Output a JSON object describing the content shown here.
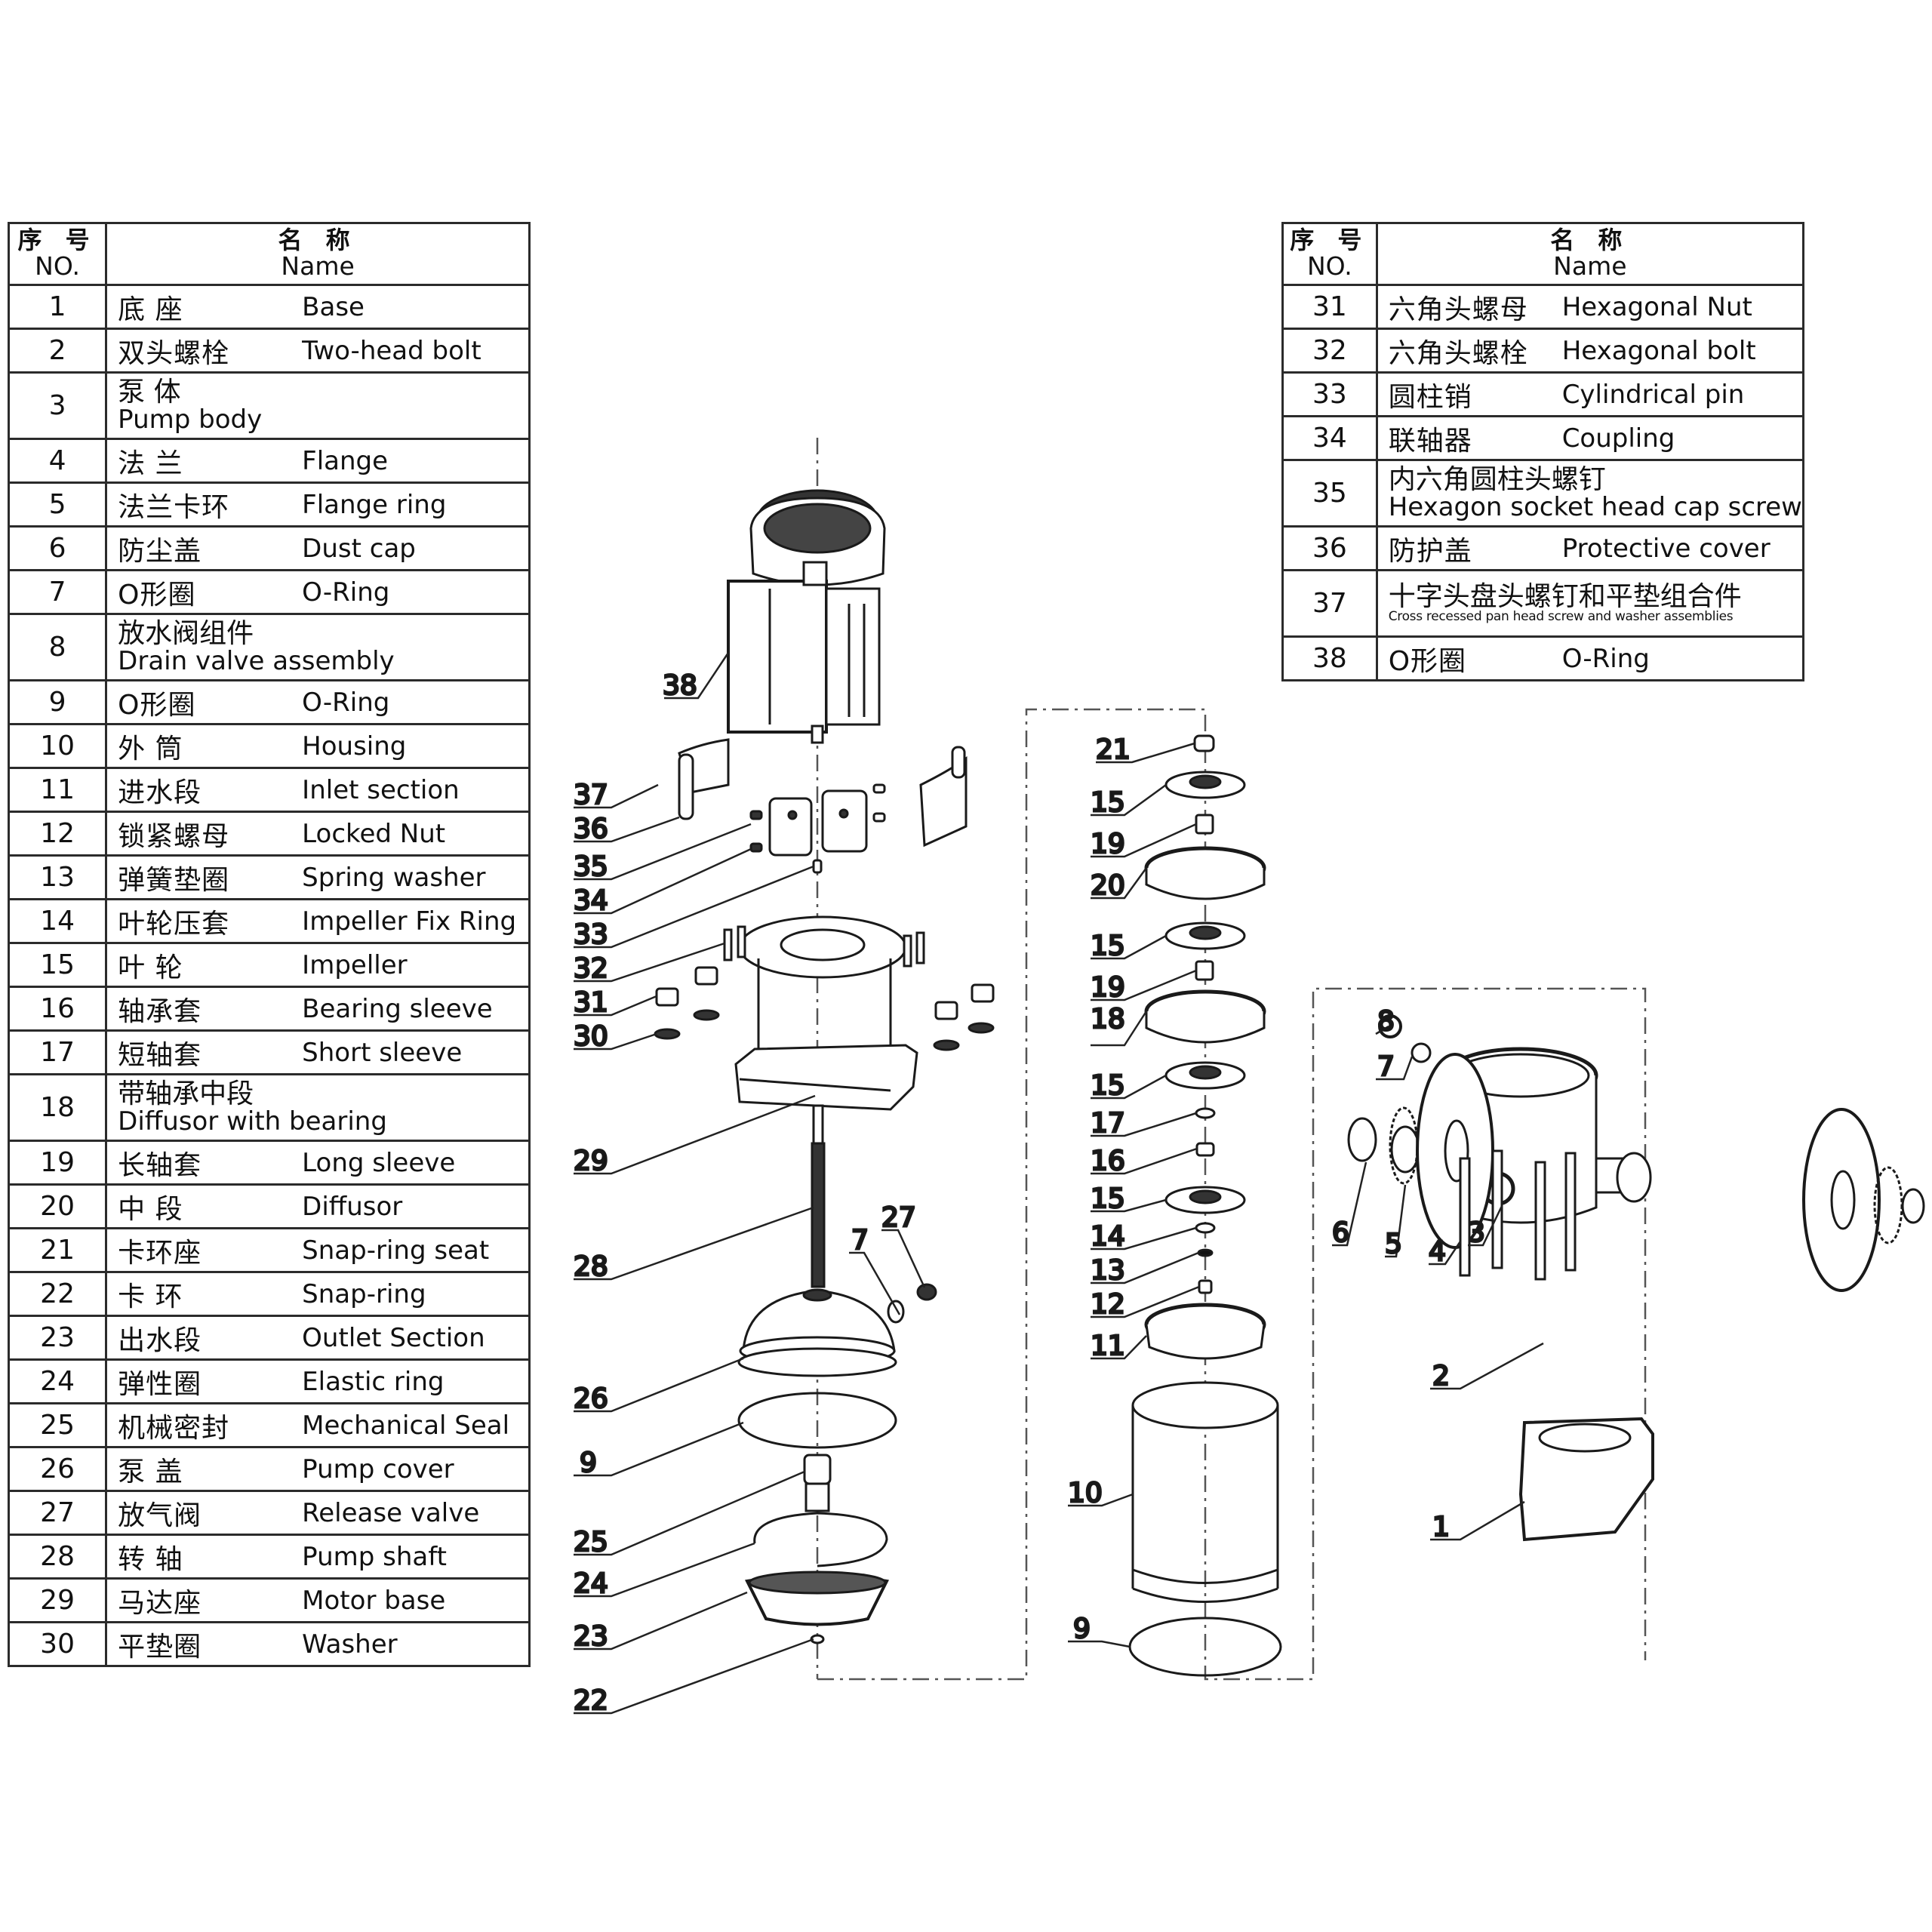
{
  "headers": {
    "no_zh": "序 号",
    "no_en": "NO.",
    "name_zh": "名 称",
    "name_en": "Name"
  },
  "left_table": {
    "rows": [
      {
        "no": "1",
        "zh": "底 座",
        "en": "Base"
      },
      {
        "no": "2",
        "zh": "双头螺栓",
        "en": "Two-head bolt"
      },
      {
        "no": "3",
        "zh": "泵 体",
        "en": "Pump body",
        "stacked": true
      },
      {
        "no": "4",
        "zh": "法 兰",
        "en": "Flange"
      },
      {
        "no": "5",
        "zh": "法兰卡环",
        "en": "Flange ring"
      },
      {
        "no": "6",
        "zh": "防尘盖",
        "en": "Dust cap"
      },
      {
        "no": "7",
        "zh": "O形圈",
        "en": "O-Ring"
      },
      {
        "no": "8",
        "zh": "放水阀组件",
        "en": "Drain valve assembly",
        "stacked": true
      },
      {
        "no": "9",
        "zh": "O形圈",
        "en": "O-Ring"
      },
      {
        "no": "10",
        "zh": "外 筒",
        "en": "Housing"
      },
      {
        "no": "11",
        "zh": "进水段",
        "en": "Inlet section"
      },
      {
        "no": "12",
        "zh": "锁紧螺母",
        "en": "Locked Nut"
      },
      {
        "no": "13",
        "zh": "弹簧垫圈",
        "en": "Spring washer"
      },
      {
        "no": "14",
        "zh": "叶轮压套",
        "en": "Impeller Fix Ring"
      },
      {
        "no": "15",
        "zh": "叶 轮",
        "en": "Impeller"
      },
      {
        "no": "16",
        "zh": "轴承套",
        "en": "Bearing sleeve"
      },
      {
        "no": "17",
        "zh": "短轴套",
        "en": "Short sleeve"
      },
      {
        "no": "18",
        "zh": "带轴承中段",
        "en": "Diffusor with bearing",
        "stacked": true
      },
      {
        "no": "19",
        "zh": "长轴套",
        "en": "Long sleeve"
      },
      {
        "no": "20",
        "zh": "中 段",
        "en": "Diffusor"
      },
      {
        "no": "21",
        "zh": "卡环座",
        "en": "Snap-ring seat"
      },
      {
        "no": "22",
        "zh": "卡 环",
        "en": "Snap-ring"
      },
      {
        "no": "23",
        "zh": "出水段",
        "en": "Outlet Section"
      },
      {
        "no": "24",
        "zh": "弹性圈",
        "en": "Elastic ring"
      },
      {
        "no": "25",
        "zh": "机械密封",
        "en": "Mechanical Seal"
      },
      {
        "no": "26",
        "zh": "泵 盖",
        "en": "Pump cover"
      },
      {
        "no": "27",
        "zh": "放气阀",
        "en": "Release valve"
      },
      {
        "no": "28",
        "zh": "转 轴",
        "en": "Pump shaft"
      },
      {
        "no": "29",
        "zh": "马达座",
        "en": "Motor base"
      },
      {
        "no": "30",
        "zh": "平垫圈",
        "en": "Washer"
      }
    ]
  },
  "right_table": {
    "rows": [
      {
        "no": "31",
        "zh": "六角头螺母",
        "en": "Hexagonal Nut"
      },
      {
        "no": "32",
        "zh": "六角头螺栓",
        "en": "Hexagonal bolt"
      },
      {
        "no": "33",
        "zh": "圆柱销",
        "en": "Cylindrical pin"
      },
      {
        "no": "34",
        "zh": "联轴器",
        "en": "Coupling"
      },
      {
        "no": "35",
        "zh": "内六角圆柱头螺钉",
        "en": "Hexagon socket head cap screw",
        "stacked": true
      },
      {
        "no": "36",
        "zh": "防护盖",
        "en": "Protective cover"
      },
      {
        "no": "37",
        "zh": "十字头盘头螺钉和平垫组合件",
        "en": "Cross recessed pan head screw and washer assemblies",
        "stacked": true,
        "small_en": true
      },
      {
        "no": "38",
        "zh": "O形圈",
        "en": "O-Ring"
      }
    ]
  },
  "callouts": {
    "c38": "38",
    "c37": "37",
    "c36": "36",
    "c35": "35",
    "c34": "34",
    "c33": "33",
    "c32": "32",
    "c31": "31",
    "c30": "30",
    "c29": "29",
    "c28": "28",
    "c7a": "7",
    "c27": "27",
    "c26": "26",
    "c9a": "9",
    "c25": "25",
    "c24": "24",
    "c23": "23",
    "c22": "22",
    "c21": "21",
    "c15a": "15",
    "c19a": "19",
    "c20": "20",
    "c15b": "15",
    "c19b": "19",
    "c18": "18",
    "c15c": "15",
    "c17": "17",
    "c16": "16",
    "c15d": "15",
    "c14": "14",
    "c13": "13",
    "c12": "12",
    "c11": "11",
    "c10": "10",
    "c9b": "9",
    "c8": "8",
    "c7b": "7",
    "c6": "6",
    "c5": "5",
    "c4": "4",
    "c3": "3",
    "c2": "2",
    "c1": "1"
  }
}
